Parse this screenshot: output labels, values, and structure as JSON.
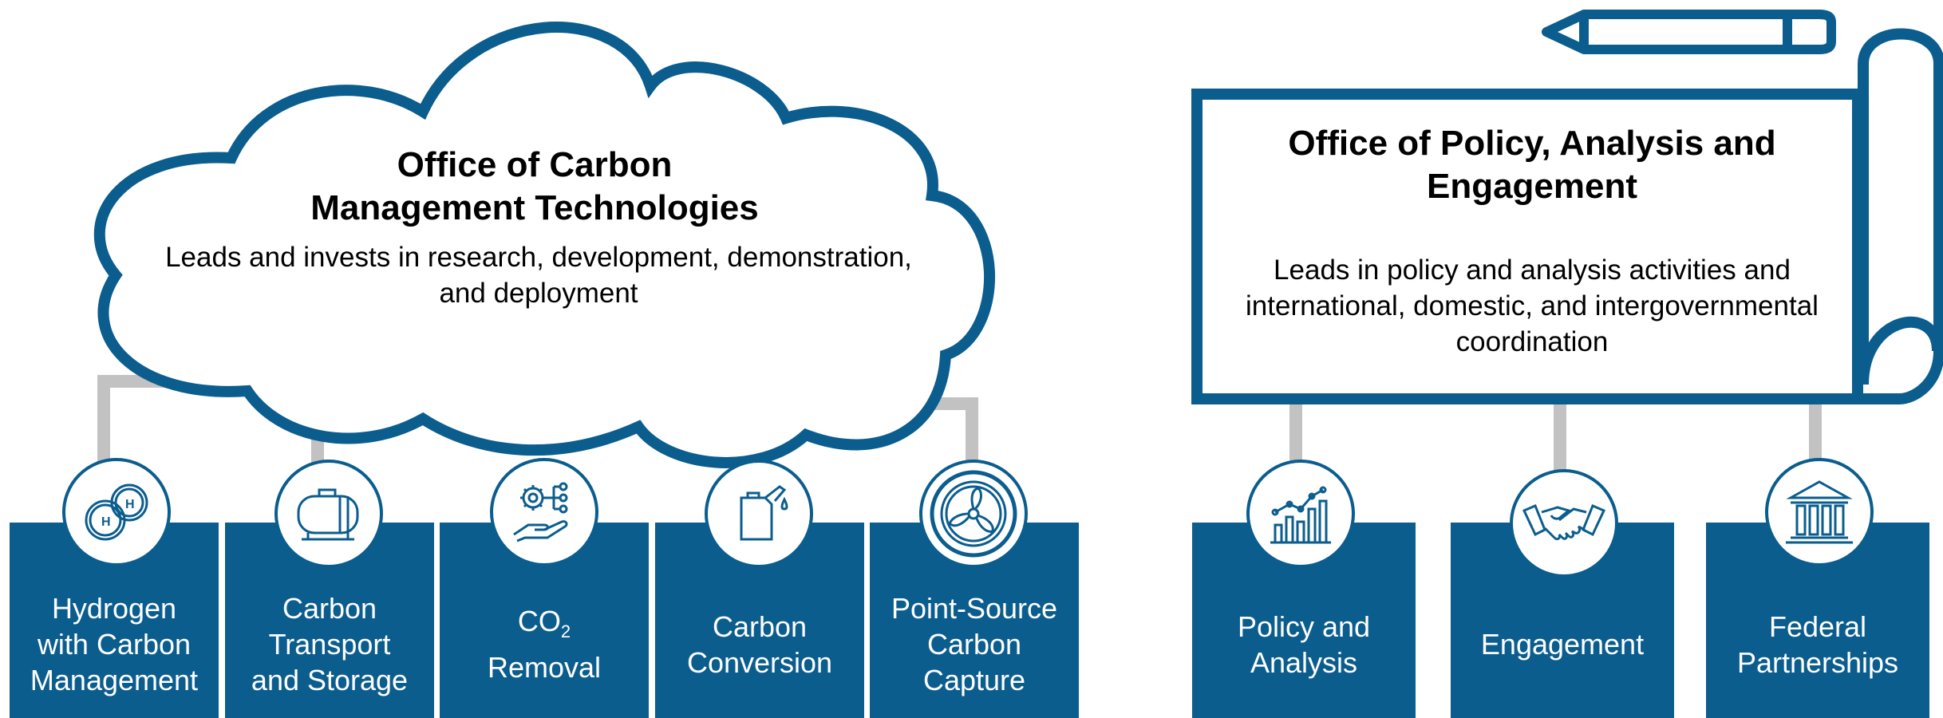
{
  "colors": {
    "primary": "#0b5d8e",
    "connector": "#c2c2c2",
    "text_on_primary": "#ffffff"
  },
  "carbon_office": {
    "title_line1": "Office of Carbon",
    "title_line2": "Management Technologies",
    "description_line1": "Leads and invests in research, development, demonstration,",
    "description_line2": "and deployment",
    "programs": [
      {
        "line1": "Hydrogen",
        "line2": "with Carbon",
        "line3": "Management",
        "icon": "hydrogen-molecule-icon"
      },
      {
        "line1": "Carbon",
        "line2": "Transport",
        "line3": "and Storage",
        "icon": "storage-tank-icon"
      },
      {
        "line1": "CO",
        "sub": "2",
        "line2": "Removal",
        "icon": "gear-hand-icon"
      },
      {
        "line1": "Carbon",
        "line2": "Conversion",
        "icon": "fuel-can-icon"
      },
      {
        "line1": "Point-Source",
        "line2": "Carbon",
        "line3": "Capture",
        "icon": "fan-icon"
      }
    ]
  },
  "policy_office": {
    "title_line1": "Office of Policy, Analysis and",
    "title_line2": "Engagement",
    "description_line1": "Leads in policy and analysis activities and",
    "description_line2": "international, domestic, and intergovernmental",
    "description_line3": "coordination",
    "programs": [
      {
        "line1": "Policy and",
        "line2": "Analysis",
        "icon": "bar-chart-icon"
      },
      {
        "line1": "Engagement",
        "icon": "handshake-icon"
      },
      {
        "line1": "Federal",
        "line2": "Partnerships",
        "icon": "government-building-icon"
      }
    ]
  }
}
